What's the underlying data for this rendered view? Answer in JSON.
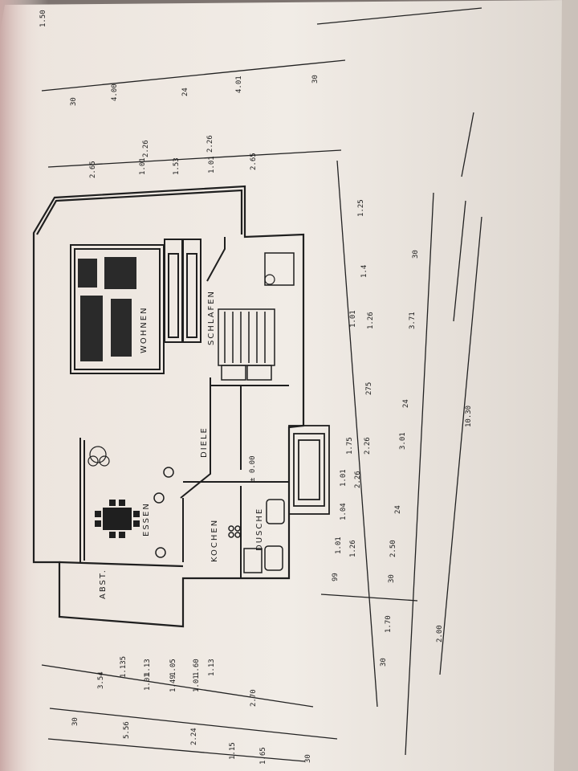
{
  "photo": {
    "subject": "photographed printed floor plan, page rotated 90 degrees",
    "rooms": {
      "wohnen": "WOHNEN",
      "schlafen": "SCHLAFEN",
      "diele": "DIELE",
      "essen": "ESSEN",
      "kochen": "KOCHEN",
      "dusche": "DUSCHE",
      "abst": "ABST.",
      "level": "± 0.00"
    },
    "dimensions": {
      "top_row": [
        "30",
        "4.00",
        "24",
        "4.01",
        "30"
      ],
      "second_row": [
        "2.65",
        "1.01",
        "1.53",
        "1.01",
        "2.65"
      ],
      "second_row_sub": [
        "2.26",
        "2.26"
      ],
      "right_row": [
        "1.25",
        "1.26",
        "1.01",
        "275",
        "2.26",
        "1.75",
        "2.26",
        "1.01",
        "1.04",
        "1.01",
        "1.26",
        "99",
        "1.4"
      ],
      "outer_right": [
        "30",
        "3.71",
        "24",
        "3.01",
        "24",
        "2.50",
        "30",
        "1.70",
        "30"
      ],
      "total_right": "10.30",
      "small_right": "2.00",
      "bottom_row": [
        "1.13",
        "1.01",
        "1.49",
        "1.01",
        "1.60",
        "1.13",
        "1.05",
        "2.70"
      ],
      "bottom_row2": [
        "5.56",
        "2.24",
        "1.15",
        "1.65",
        "30",
        "30"
      ],
      "bottom_sub": [
        "3.54",
        "1.135"
      ],
      "corner_top": "1.50"
    }
  }
}
